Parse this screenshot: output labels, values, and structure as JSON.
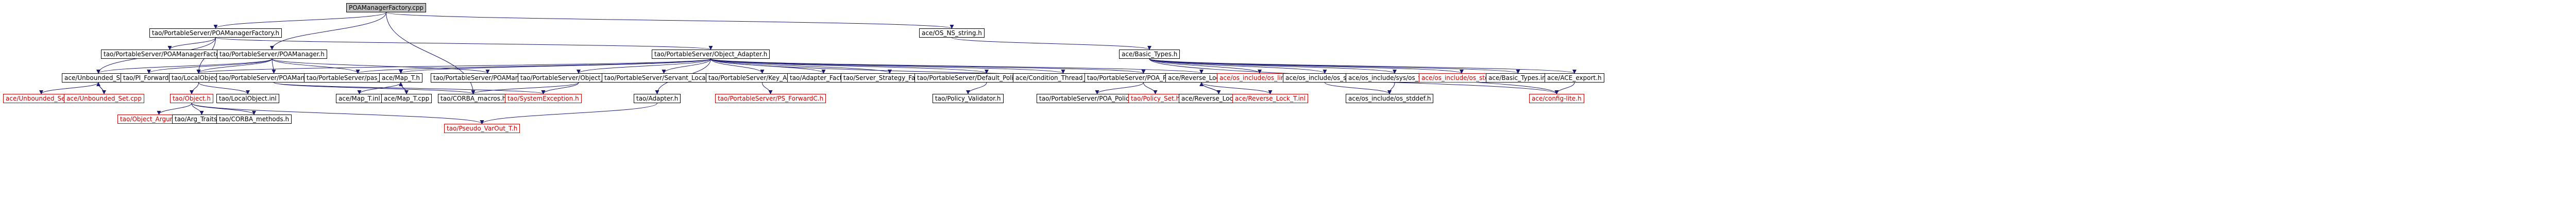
{
  "graph": {
    "nodes": {
      "poa_manager_factory_cpp": {
        "label": "POAManagerFactory.cpp",
        "root": true
      },
      "poa_manager_factory_h": {
        "label": "tao/PortableServer/POAManagerFactory.h"
      },
      "poa_manager_factory_c_h": {
        "label": "tao/PortableServer/POAManagerFactoryC.h"
      },
      "poa_manager_h": {
        "label": "tao/PortableServer/POAManager.h"
      },
      "object_adapter_h": {
        "label": "tao/PortableServer/Object_Adapter.h"
      },
      "os_ns_string_h": {
        "label": "ace/OS_NS_string.h"
      },
      "basic_types_h": {
        "label": "ace/Basic_Types.h"
      },
      "unbounded_set_h": {
        "label": "ace/Unbounded_Set.h"
      },
      "pi_forward_h": {
        "label": "tao/PI_Forward.h"
      },
      "local_object_h": {
        "label": "tao/LocalObject.h"
      },
      "poa_manager_c_h": {
        "label": "tao/PortableServer/POAManagerC.h"
      },
      "pas_macros_h": {
        "label": "tao/PortableServer/pas_macros.h"
      },
      "map_t_h": {
        "label": "ace/Map_T.h"
      },
      "poa_manager_inl": {
        "label": "tao/PortableServer/POAManager.inl"
      },
      "object_adapter_inl": {
        "label": "tao/PortableServer/Object_Adapter.inl"
      },
      "servant_location_h": {
        "label": "tao/PortableServer/Servant_Location.h"
      },
      "key_adapters_h": {
        "label": "tao/PortableServer/Key_Adapters.h"
      },
      "adapter_factory_h": {
        "label": "tao/Adapter_Factory.h"
      },
      "server_strategy_factory_h": {
        "label": "tao/Server_Strategy_Factory.h"
      },
      "default_policy_validator_h": {
        "label": "tao/PortableServer/Default_Policy_Validator.h"
      },
      "condition_thread_mutex_h": {
        "label": "ace/Condition_Thread_Mutex.h"
      },
      "poa_policy_set_h": {
        "label": "tao/PortableServer/POA_Policy_Set.h"
      },
      "reverse_lock_t_h": {
        "label": "ace/Reverse_Lock_T.h"
      },
      "os_limits_h": {
        "label": "ace/os_include/os_limits.h",
        "missing": true
      },
      "os_stdio_h": {
        "label": "ace/os_include/os_stdio.h"
      },
      "sys_types_h": {
        "label": "ace/os_include/sys/os_types.h"
      },
      "os_stdlib_h": {
        "label": "ace/os_include/os_stdlib.h",
        "missing": true
      },
      "basic_types_inl": {
        "label": "ace/Basic_Types.inl"
      },
      "ace_export_h": {
        "label": "ace/ACE_export.h"
      },
      "unbounded_set_inl": {
        "label": "ace/Unbounded_Set.inl",
        "missing": true
      },
      "unbounded_set_cpp": {
        "label": "ace/Unbounded_Set.cpp",
        "missing": true
      },
      "object_h": {
        "label": "tao/Object.h",
        "missing": true
      },
      "local_object_inl": {
        "label": "tao/LocalObject.inl"
      },
      "map_t_inl": {
        "label": "ace/Map_T.inl"
      },
      "map_t_cpp": {
        "label": "ace/Map_T.cpp"
      },
      "corba_macros_h": {
        "label": "tao/CORBA_macros.h"
      },
      "system_exception_h": {
        "label": "tao/SystemException.h",
        "missing": true
      },
      "adapter_h": {
        "label": "tao/Adapter.h"
      },
      "pi_forward_c_h": {
        "label": "tao/PortableServer/PS_ForwardC.h",
        "missing": true
      },
      "policy_validator_h": {
        "label": "tao/Policy_Validator.h"
      },
      "poa_policy_set_inl": {
        "label": "tao/PortableServer/POA_Policy_Set.inl"
      },
      "policy_set_h": {
        "label": "tao/Policy_Set.h",
        "missing": true
      },
      "reverse_lock_t_cpp": {
        "label": "ace/Reverse_Lock_T.cpp"
      },
      "reverse_lock_t_inl": {
        "label": "ace/Reverse_Lock_T.inl",
        "missing": true
      },
      "os_stddef_h": {
        "label": "ace/os_include/os_stddef.h"
      },
      "config_lite_h": {
        "label": "ace/config-lite.h",
        "missing": true
      },
      "object_argument_t_h": {
        "label": "tao/Object_Argument_T.h",
        "missing": true
      },
      "arg_traits_t_h": {
        "label": "tao/Arg_Traits_T.h"
      },
      "corba_methods_h": {
        "label": "tao/CORBA_methods.h"
      },
      "pseudo_varout_t_h": {
        "label": "tao/Pseudo_VarOut_T.h",
        "missing": true
      }
    },
    "colors": {
      "edge": "#191970",
      "missing_text": "#cc0000",
      "root_fill": "#bfbfbf"
    }
  }
}
